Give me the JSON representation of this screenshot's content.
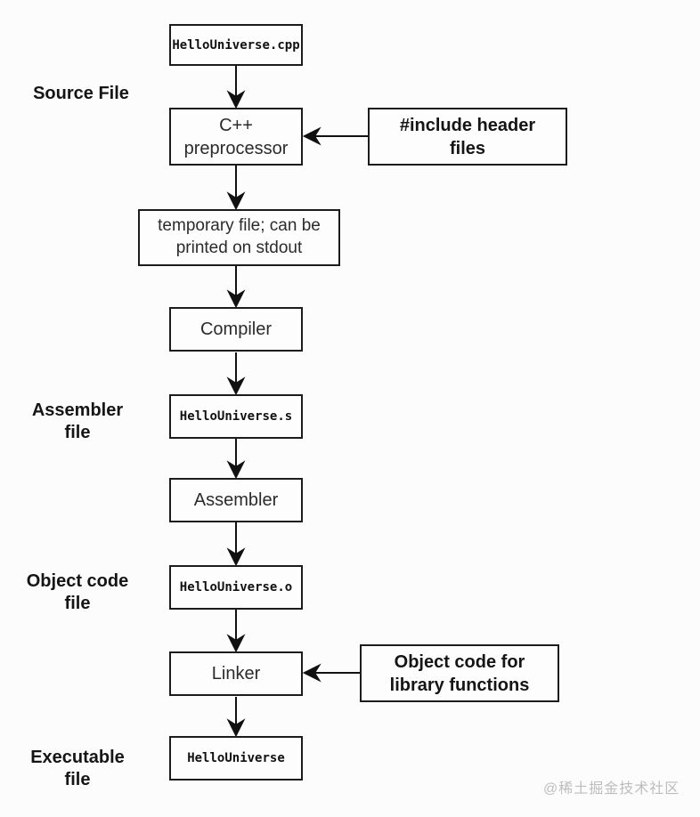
{
  "diagram": {
    "stage_labels": [
      {
        "id": "source-file",
        "lines": [
          "Source File"
        ]
      },
      {
        "id": "assembler-file",
        "lines": [
          "Assembler",
          "file"
        ]
      },
      {
        "id": "object-code-file",
        "lines": [
          "Object code",
          "file"
        ]
      },
      {
        "id": "executable-file",
        "lines": [
          "Executable",
          "file"
        ]
      }
    ],
    "nodes": [
      {
        "id": "source-file-node",
        "kind": "file",
        "lines": [
          "HelloUniverse.cpp"
        ]
      },
      {
        "id": "preprocessor-node",
        "kind": "process",
        "lines": [
          "C++",
          "preprocessor"
        ]
      },
      {
        "id": "temp-file-node",
        "kind": "process",
        "lines": [
          "temporary file; can be",
          "printed on stdout"
        ]
      },
      {
        "id": "compiler-node",
        "kind": "process",
        "lines": [
          "Compiler"
        ]
      },
      {
        "id": "assembly-file-node",
        "kind": "file",
        "lines": [
          "HelloUniverse.s"
        ]
      },
      {
        "id": "assembler-node",
        "kind": "process",
        "lines": [
          "Assembler"
        ]
      },
      {
        "id": "object-file-node",
        "kind": "file",
        "lines": [
          "HelloUniverse.o"
        ]
      },
      {
        "id": "linker-node",
        "kind": "process",
        "lines": [
          "Linker"
        ]
      },
      {
        "id": "executable-file-node",
        "kind": "file",
        "lines": [
          "HelloUniverse"
        ]
      }
    ],
    "annotations": [
      {
        "id": "include-headers-note",
        "lines": [
          "#include header",
          "files"
        ]
      },
      {
        "id": "library-objects-note",
        "lines": [
          "Object code for",
          "library functions"
        ]
      }
    ],
    "colors": {
      "background": "#fcfcfc",
      "box_border": "#1c1c1c",
      "box_fill": "#fdfdfd",
      "arrow": "#111111",
      "watermark": "#bdbdbd"
    }
  },
  "watermark": {
    "text": "@稀土掘金技术社区"
  }
}
